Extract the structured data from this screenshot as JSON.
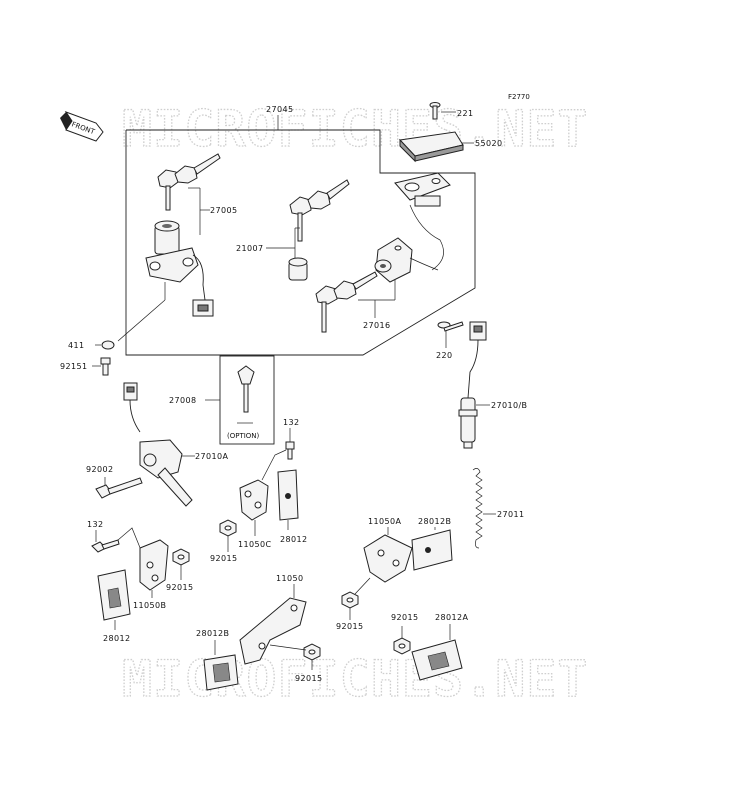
{
  "figure_code": "F2770",
  "front_label": "FRONT",
  "option_label": "(OPTION)",
  "watermark": "MICROFICHES.NET",
  "labels": {
    "p221": "221",
    "p55020": "55020",
    "p27045": "27045",
    "p27005": "27005",
    "p21007": "21007",
    "p27016": "27016",
    "p411": "411",
    "p92151": "92151",
    "p220": "220",
    "p27008": "27008",
    "p27010b": "27010/B",
    "p27010a": "27010A",
    "p132a": "132",
    "p92002": "92002",
    "p27011": "27011",
    "p11050c": "11050C",
    "p28012a_mid": "28012",
    "p92015a": "92015",
    "p11050a": "11050A",
    "p28012b_right": "28012B",
    "p132b": "132",
    "p92015b": "92015",
    "p11050b": "11050B",
    "p28012_left": "28012",
    "p11050": "11050",
    "p92015c": "92015",
    "p28012b_left": "28012B",
    "p92015d": "92015",
    "p28012a_right": "28012A",
    "p92015e": "92015"
  }
}
